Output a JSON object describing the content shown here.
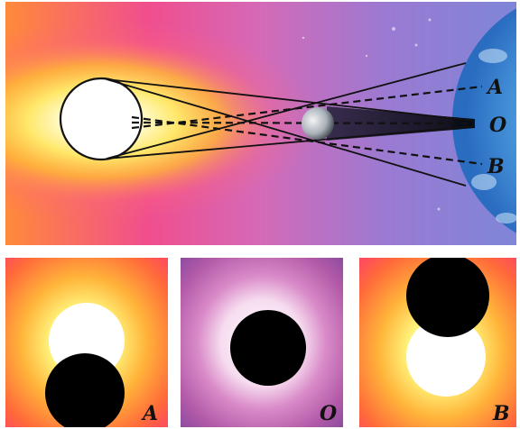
{
  "diagram": {
    "point_labels": {
      "a": "A",
      "o": "O",
      "b": "B"
    },
    "panels": [
      {
        "label": "A"
      },
      {
        "label": "O"
      },
      {
        "label": "B"
      }
    ],
    "colors": {
      "sun_glow": "#fff3a0",
      "sky_pink": "#e85aa8",
      "sky_violet": "#8c6ad0",
      "earth_blue": "#5aa6e6",
      "moon_disk": "#000000",
      "sun_disk": "#ffffff"
    }
  }
}
